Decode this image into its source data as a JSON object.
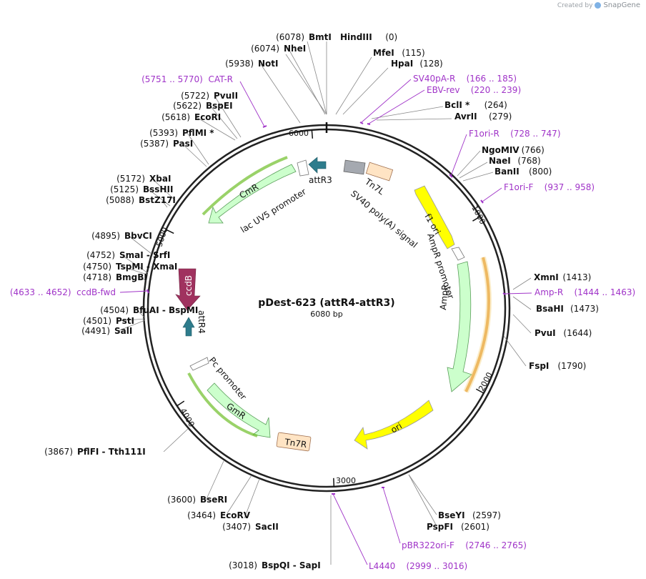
{
  "header": {
    "created_by": "Created by",
    "brand": "SnapGene"
  },
  "plasmid": {
    "name": "pDest-623 (attR4-attR3)",
    "size_label": "6080 bp"
  },
  "ticks": [
    "1000",
    "2000",
    "3000",
    "4000",
    "5000",
    "6000"
  ],
  "enzymes": [
    {
      "name": "HindIII",
      "pos": "(0)"
    },
    {
      "name": "MfeI",
      "pos": "(115)"
    },
    {
      "name": "HpaI",
      "pos": "(128)"
    },
    {
      "name": "BclI *",
      "pos": "(264)"
    },
    {
      "name": "AvrII",
      "pos": "(279)"
    },
    {
      "name": "NgoMIV",
      "pos": "(766)"
    },
    {
      "name": "NaeI",
      "pos": "(768)"
    },
    {
      "name": "BanII",
      "pos": "(800)"
    },
    {
      "name": "XmnI",
      "pos": "(1413)"
    },
    {
      "name": "BsaHI",
      "pos": "(1473)"
    },
    {
      "name": "PvuI",
      "pos": "(1644)"
    },
    {
      "name": "FspI",
      "pos": "(1790)"
    },
    {
      "name": "BseYI",
      "pos": "(2597)"
    },
    {
      "name": "PspFI",
      "pos": "(2601)"
    },
    {
      "name": "BspQI - SapI",
      "pos": "(3018)"
    },
    {
      "name": "SacII",
      "pos": "(3407)"
    },
    {
      "name": "EcoRV",
      "pos": "(3464)"
    },
    {
      "name": "BseRI",
      "pos": "(3600)"
    },
    {
      "name": "PflFI - Tth111I",
      "pos": "(3867)"
    },
    {
      "name": "SalI",
      "pos": "(4491)"
    },
    {
      "name": "PstI",
      "pos": "(4501)"
    },
    {
      "name": "BfuAI - BspMI",
      "pos": "(4504)"
    },
    {
      "name": "BmgBI",
      "pos": "(4718)"
    },
    {
      "name": "TspMI - XmaI",
      "pos": "(4750)"
    },
    {
      "name": "SmaI - SrfI",
      "pos": "(4752)"
    },
    {
      "name": "BbvCI",
      "pos": "(4895)"
    },
    {
      "name": "BstZ17I",
      "pos": "(5088)"
    },
    {
      "name": "BssHII",
      "pos": "(5125)"
    },
    {
      "name": "XbaI",
      "pos": "(5172)"
    },
    {
      "name": "PasI",
      "pos": "(5387)"
    },
    {
      "name": "PflMI *",
      "pos": "(5393)"
    },
    {
      "name": "EcoRI",
      "pos": "(5618)"
    },
    {
      "name": "BspEI",
      "pos": "(5622)"
    },
    {
      "name": "PvuII",
      "pos": "(5722)"
    },
    {
      "name": "NotI",
      "pos": "(5938)"
    },
    {
      "name": "NheI",
      "pos": "(6074)"
    },
    {
      "name": "BmtI",
      "pos": "(6078)"
    }
  ],
  "primers": [
    {
      "name": "SV40pA-R",
      "range": "(166 .. 185)"
    },
    {
      "name": "EBV-rev",
      "range": "(220 .. 239)"
    },
    {
      "name": "F1ori-R",
      "range": "(728 .. 747)"
    },
    {
      "name": "F1ori-F",
      "range": "(937 .. 958)"
    },
    {
      "name": "Amp-R",
      "range": "(1444 .. 1463)"
    },
    {
      "name": "pBR322ori-F",
      "range": "(2746 .. 2765)"
    },
    {
      "name": "L4440",
      "range": "(2999 .. 3016)"
    },
    {
      "name": "ccdB-fwd",
      "range": "(4633 .. 4652)"
    },
    {
      "name": "CAT-R",
      "range": "(5751 .. 5770)"
    }
  ],
  "features": [
    {
      "name": "f1 ori",
      "color": "#ffff00"
    },
    {
      "name": "AmpR promoter",
      "color": "#ffffff"
    },
    {
      "name": "AmpR",
      "color": "#ccffcc"
    },
    {
      "name": "ori",
      "color": "#ffff00"
    },
    {
      "name": "Tn7R",
      "color": "#ffe4c4"
    },
    {
      "name": "GmR",
      "color": "#ccffcc"
    },
    {
      "name": "Pc promoter",
      "color": "#ffffff"
    },
    {
      "name": "attR4",
      "color": "#2e7c8c"
    },
    {
      "name": "ccdB",
      "color": "#a0325f"
    },
    {
      "name": "CmR",
      "color": "#ccffcc"
    },
    {
      "name": "lac UV5 promoter",
      "color": "#ffffff"
    },
    {
      "name": "attR3",
      "color": "#2e7c8c"
    },
    {
      "name": "Tn7L",
      "color": "#ffe4c4"
    },
    {
      "name": "SV40 poly(A) signal",
      "color": "#a5a9b0"
    }
  ],
  "colors": {
    "primer": "#a034c8",
    "backbone": "#222222",
    "accent_orange": "#e8a040",
    "accent_green": "#6fbf2a"
  }
}
